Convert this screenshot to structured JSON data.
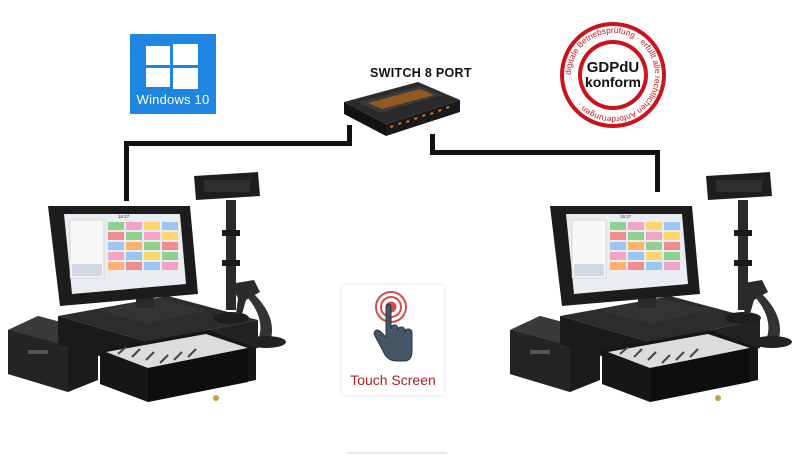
{
  "logo": {
    "os_text": "Windows 10",
    "color": "#1e86e0"
  },
  "switch": {
    "label": "SWITCH 8 PORT"
  },
  "stamp": {
    "main_line1": "GDPdU",
    "main_line2": "konform",
    "ring_text": "digitale Betriebsprüfung · erfüllt alle rechtlichen Anforderungen ·",
    "color": "#c8141c"
  },
  "touch_screen": {
    "label": "Touch Screen",
    "label_color": "#b01d1d"
  },
  "pos_stations": [
    {
      "name": "left-pos-station",
      "screen_time": "16:27"
    },
    {
      "name": "right-pos-station",
      "screen_time": "16:27"
    }
  ],
  "colors": {
    "cable": "#111111",
    "device": "#1c1c1c"
  }
}
